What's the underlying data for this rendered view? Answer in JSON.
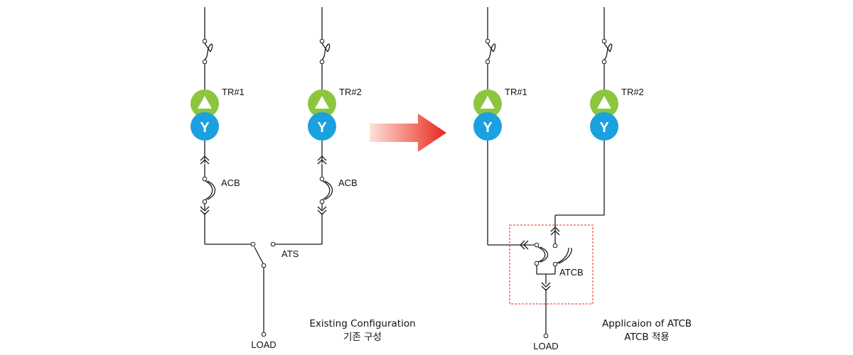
{
  "colors": {
    "delta_fill": "#8cc63f",
    "wye_fill": "#1ba0e0",
    "arrow_start": "#fde3d9",
    "arrow_end": "#e8261c",
    "atcb_box": "#e8261c",
    "line": "#1a1a1a"
  },
  "left": {
    "tr1_label": "TR#1",
    "tr2_label": "TR#2",
    "acb1_label": "ACB",
    "acb2_label": "ACB",
    "ats_label": "ATS",
    "load_label": "LOAD",
    "wye_symbol_1": "Y",
    "wye_symbol_2": "Y",
    "caption_line1": "Existing Configuration",
    "caption_line2": "기존 구성"
  },
  "right": {
    "tr1_label": "TR#1",
    "tr2_label": "TR#2",
    "atcb_label": "ATCB",
    "load_label": "LOAD",
    "wye_symbol_1": "Y",
    "wye_symbol_2": "Y",
    "caption_line1": "Applicaion of ATCB",
    "caption_line2": "ATCB 적용"
  },
  "icons": {
    "arrow": "right-arrow-icon",
    "transformer": "delta-wye-transformer-icon",
    "fuse": "fuse-switch-icon",
    "breaker": "circuit-breaker-icon"
  }
}
